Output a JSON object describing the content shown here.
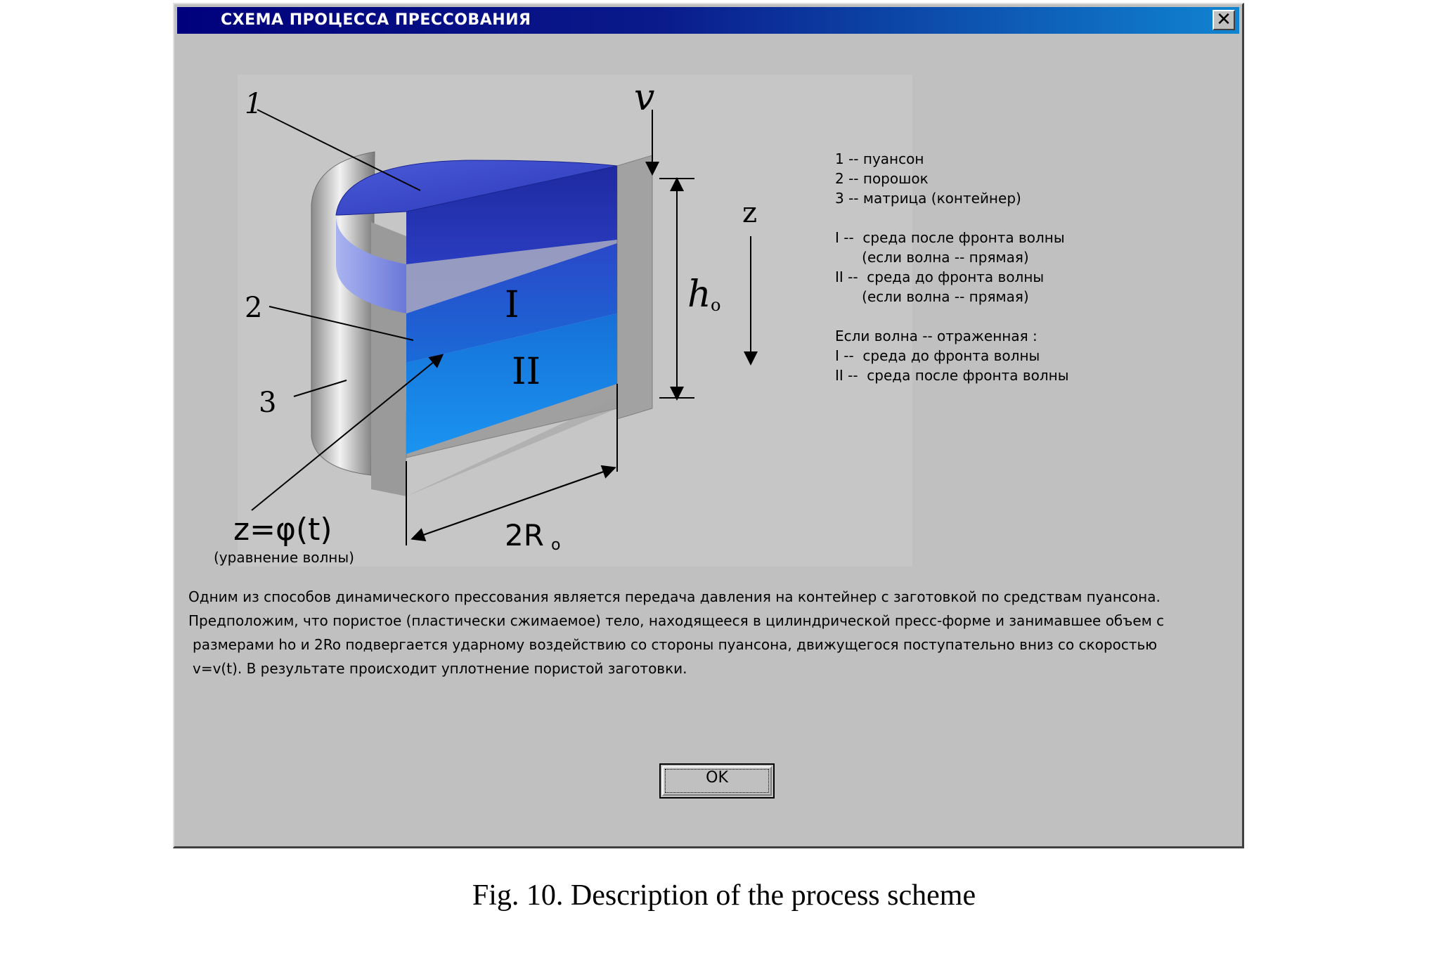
{
  "window": {
    "title": "СХЕМА ПРОЦЕССА ПРЕССОВАНИЯ",
    "close_glyph": "✕"
  },
  "scheme": {
    "label_1": "1",
    "label_2": "2",
    "label_3": "3",
    "label_v": "v",
    "label_z": "z",
    "label_h": "h",
    "label_h_sub": "o",
    "label_I": "I",
    "label_II": "II",
    "label_2R": "2R",
    "label_2R_sub": "o",
    "wave_equation": "z=φ(t)",
    "wave_caption": "(уравнение волны)"
  },
  "legend": {
    "lines_a": [
      "1 -- пуансон",
      "2 -- порошок",
      "3 -- матрица (контейнер)"
    ],
    "lines_b": [
      "I --  среда после фронта волны",
      "      (если волна -- прямая)",
      "II --  среда до фронта волны",
      "      (если волна -- прямая)"
    ],
    "lines_c": [
      "Если волна -- отраженная :",
      "I --  среда до фронта волны",
      "II --  среда после фронта волны"
    ]
  },
  "description": {
    "lines": [
      "Одним из способов динамического прессования является передача давления на контейнер с заготовкой по средствам пуансона.",
      "Предположим, что пористое (пластически сжимаемое) тело, находящееся в цилиндрической пресс-форме и занимавшее объем с",
      "размерами ho и 2Ro подвергается ударному воздействию со стороны пуансона, движущегося поступательно вниз со скоростью",
      "v=v(t). В результате происходит уплотнение пористой заготовки."
    ]
  },
  "ok_button": {
    "label": "OK"
  },
  "caption": "Fig. 10. Description of the process scheme"
}
